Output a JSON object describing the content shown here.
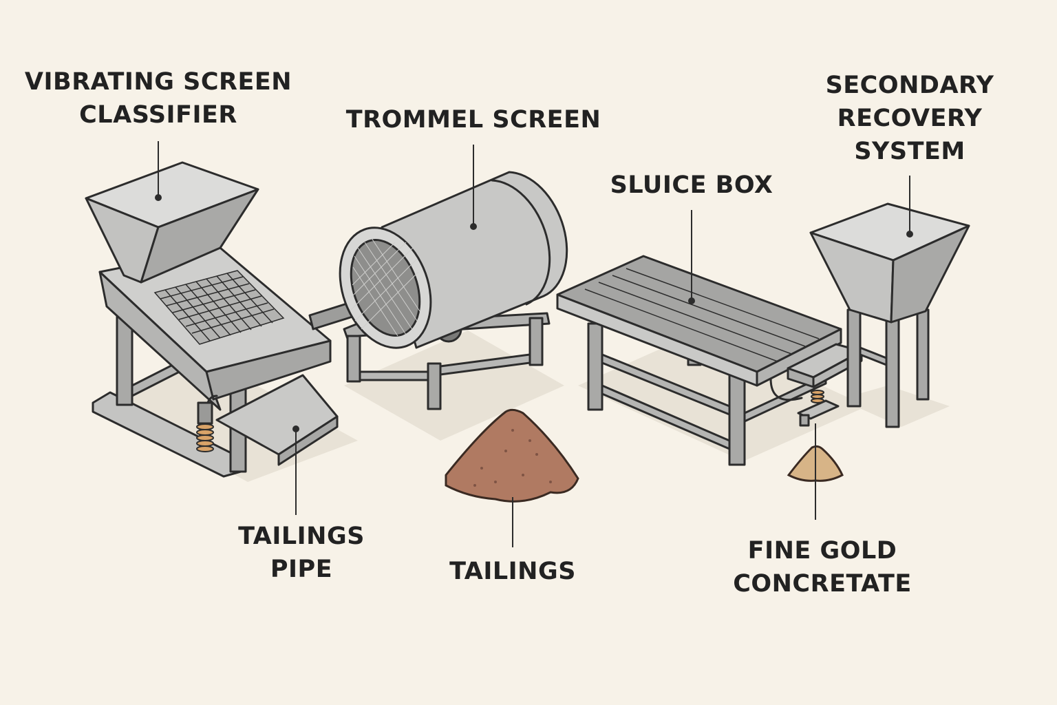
{
  "labels": {
    "vibrating_screen": [
      "VIBRATING SCREEN",
      "CLASSIFIER"
    ],
    "trommel": [
      "TROMMEL SCREEN"
    ],
    "sluice": [
      "SLUICE BOX"
    ],
    "secondary": [
      "SECONDARY",
      "RECOVERY",
      "SYSTEM"
    ],
    "tailings_pipe": [
      "TAILINGS",
      "PIPE"
    ],
    "tailings": [
      "TAILINGS"
    ],
    "fine_gold": [
      "FINE GOLD",
      "CONCRETATE"
    ]
  },
  "colors": {
    "background": "#f7f2e8",
    "steel_light": "#d4d4d2",
    "steel_mid": "#b9b9b7",
    "steel_dark": "#9c9c9a",
    "outline": "#2c2c2c",
    "tailings": "#b07a62",
    "gold": "#d7b487",
    "spring": "#d9a368"
  }
}
